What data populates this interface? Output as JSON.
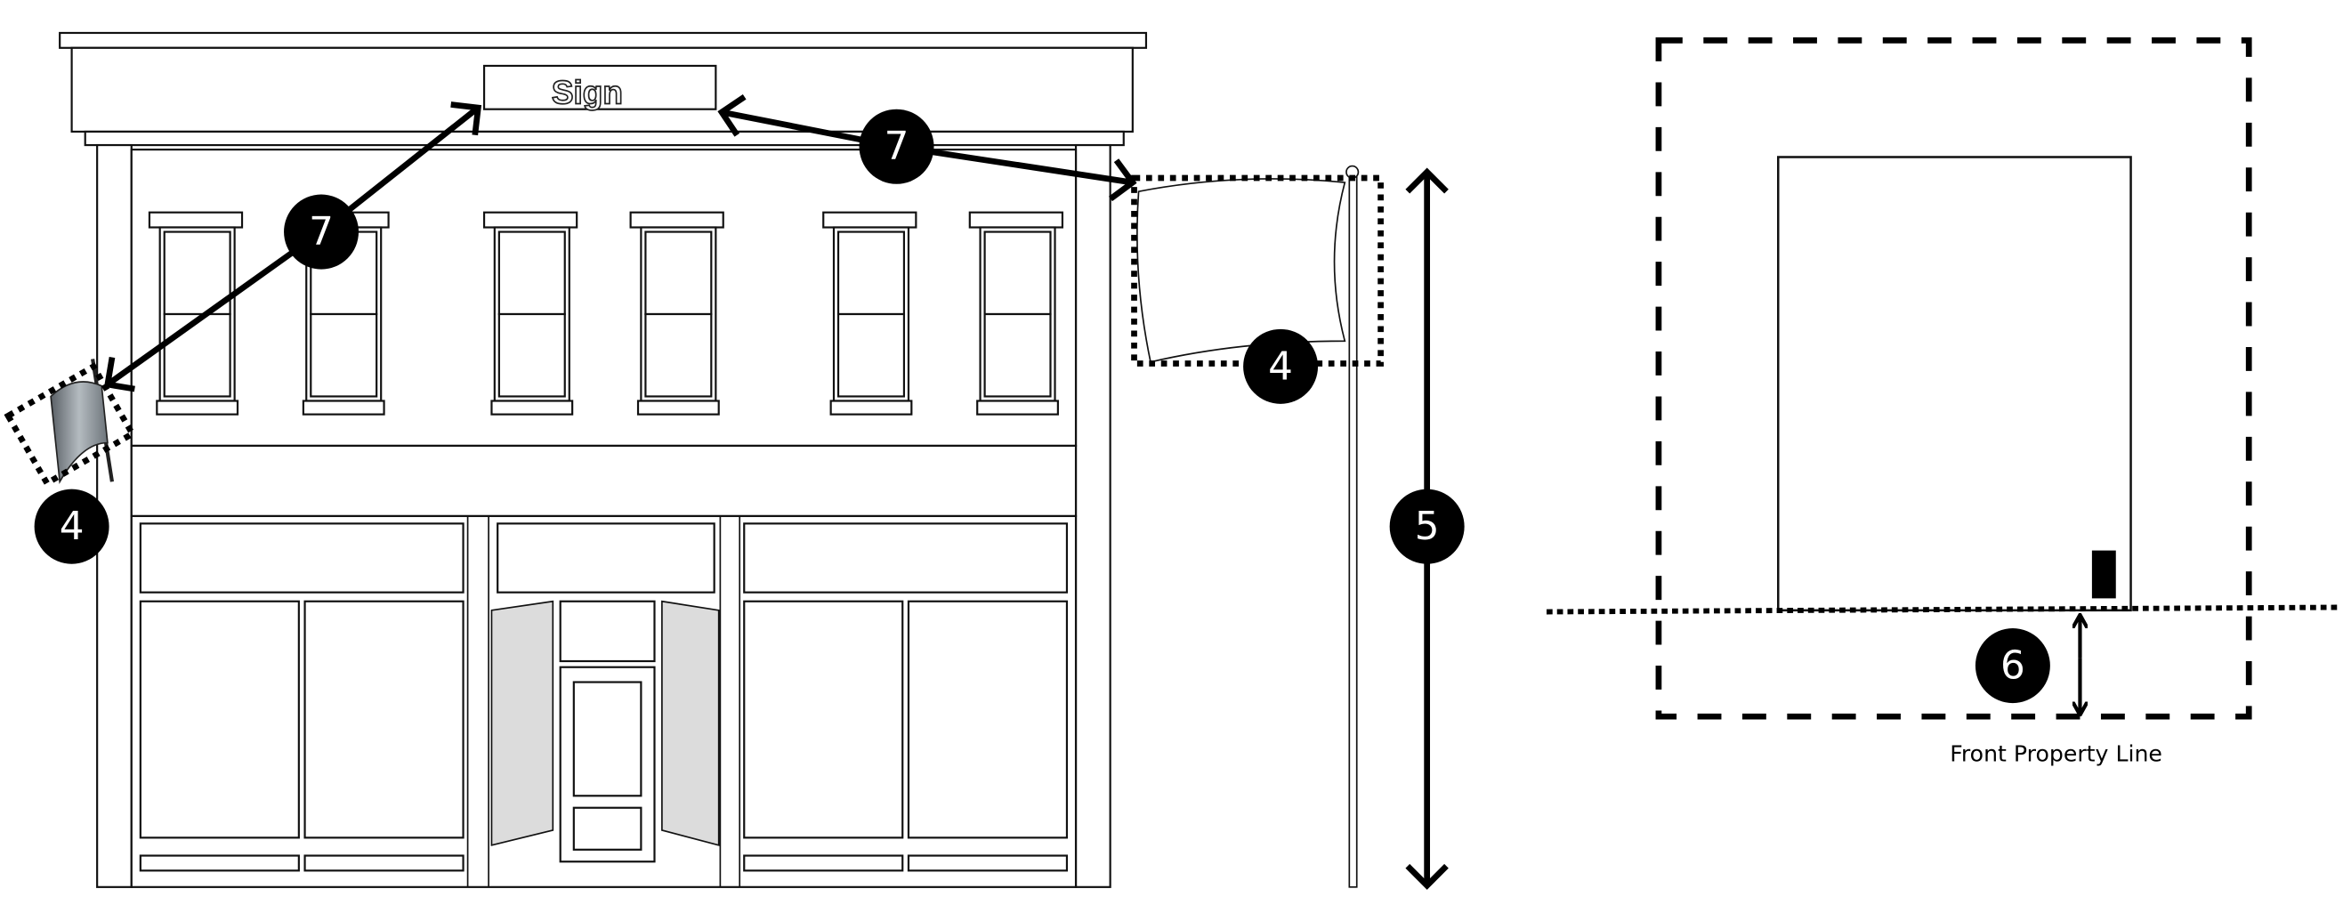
{
  "building": {
    "sign_text": "Sign"
  },
  "callouts": {
    "sign_distance_left": "7",
    "sign_distance_right": "7",
    "wall_flag": "4",
    "pole_flag": "4",
    "pole_height": "5",
    "setback": "6"
  },
  "site_plan": {
    "front_property_line_label": "Front Property Line"
  },
  "colors": {
    "ink": "#000000",
    "glass": "#dcdcdc",
    "wall_flag": "#8a9298"
  }
}
